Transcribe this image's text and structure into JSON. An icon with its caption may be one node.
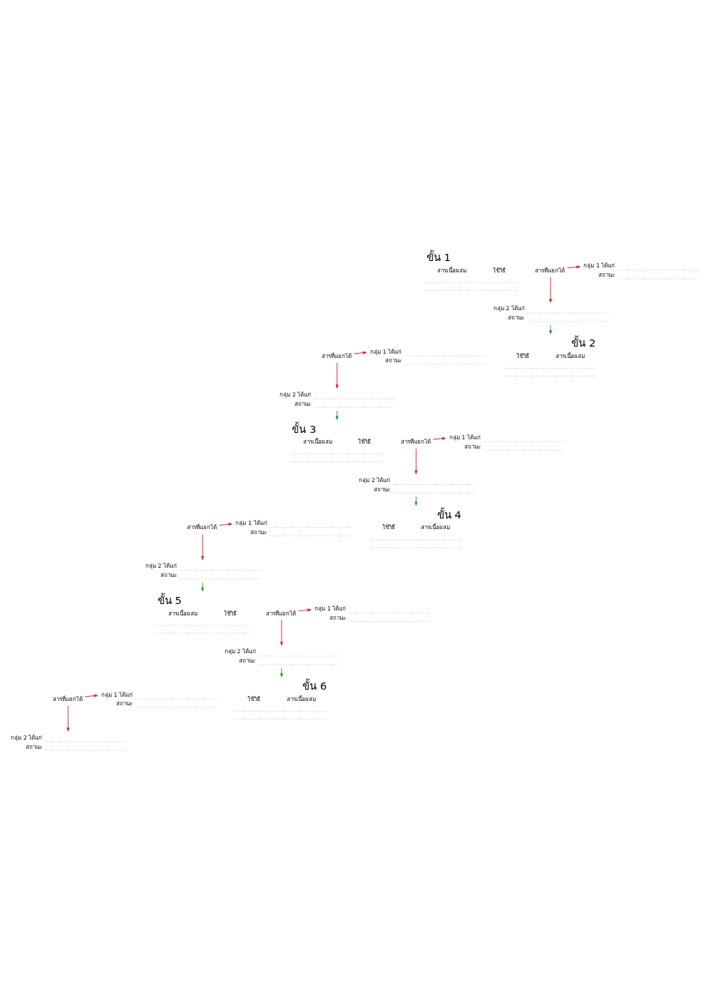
{
  "diagram": {
    "nodes": [
      {
        "text": [
          "ขั้น 1",
          "สารเนื้อผสม",
          "ใช้วิธี"
        ]
      },
      {
        "text": [
          "สารที่แยกได้"
        ]
      },
      {
        "text": [
          "กลุ่ม 1 ได้แก่",
          "สถานะ"
        ]
      },
      {
        "text": [
          "กลุ่ม 2 ได้แก่",
          "สถานะ"
        ]
      },
      {
        "text": [
          "ขั้น 2",
          "ใช้วิธี",
          "สารเนื้อผสม"
        ]
      },
      {
        "text": [
          "สารที่แยกได้"
        ]
      },
      {
        "text": [
          "กลุ่ม 1 ได้แก่",
          "สถานะ"
        ]
      },
      {
        "text": [
          "กลุ่ม 2 ได้แก่",
          "สถานะ"
        ]
      },
      {
        "text": [
          "ขั้น 3",
          "สารเนื้อผสม",
          "ใช้วิธี"
        ]
      },
      {
        "text": [
          "สารที่แยกได้"
        ]
      },
      {
        "text": [
          "กลุ่ม 1 ได้แก่",
          "สถานะ"
        ]
      },
      {
        "text": [
          "กลุ่ม 2 ได้แก่",
          "สถานะ"
        ]
      },
      {
        "text": [
          "ขั้น 4",
          "ใช้วิธี",
          "สารเนื้อผสม"
        ]
      },
      {
        "text": [
          "สารที่แยกได้"
        ]
      },
      {
        "text": [
          "กลุ่ม 1 ได้แก่",
          "สถานะ"
        ]
      },
      {
        "text": [
          "กลุ่ม 2 ได้แก่",
          "สถานะ"
        ]
      },
      {
        "text": [
          "ขั้น 5",
          "สารเนื้อผสม",
          "ใช้วิธี"
        ]
      },
      {
        "text": [
          "สารที่แยกได้"
        ]
      },
      {
        "text": [
          "กลุ่ม 1 ได้แก่",
          "สถานะ"
        ]
      },
      {
        "text": [
          "กลุ่ม 2 ได้แก่",
          "สถานะ"
        ]
      },
      {
        "text": [
          "ขั้น 6",
          "ใช้วิธี",
          "สารเนื้อผสม"
        ]
      },
      {
        "text": [
          "สารที่แยกได้"
        ]
      },
      {
        "text": [
          "กลุ่ม 1 ได้แก่",
          "สถานะ"
        ]
      },
      {
        "text": [
          "กลุ่ม 2 ได้แก่",
          "สถานะ"
        ]
      }
    ],
    "edges": [
      {
        "from": 1,
        "to": 2,
        "arrow": "to",
        "color": "#e32626"
      },
      {
        "from": 1,
        "to": 3,
        "arrow": "to",
        "color": "#e32626"
      },
      {
        "from": 3,
        "to": 4,
        "arrow": "to",
        "color": "#2ca02c"
      },
      {
        "from": 5,
        "to": 6,
        "arrow": "to",
        "color": "#e32626"
      },
      {
        "from": 5,
        "to": 7,
        "arrow": "to",
        "color": "#e32626"
      },
      {
        "from": 7,
        "to": 8,
        "arrow": "to",
        "color": "#2ca02c"
      },
      {
        "from": 9,
        "to": 10,
        "arrow": "to",
        "color": "#e32626"
      },
      {
        "from": 9,
        "to": 11,
        "arrow": "to",
        "color": "#e32626"
      },
      {
        "from": 11,
        "to": 12,
        "arrow": "to",
        "color": "#2ca02c"
      },
      {
        "from": 13,
        "to": 14,
        "arrow": "to",
        "color": "#e32626"
      },
      {
        "from": 13,
        "to": 15,
        "arrow": "to",
        "color": "#e32626"
      },
      {
        "from": 15,
        "to": 16,
        "arrow": "to",
        "color": "#2ca02c"
      },
      {
        "from": 17,
        "to": 18,
        "arrow": "to",
        "color": "#e32626"
      },
      {
        "from": 17,
        "to": 19,
        "arrow": "to",
        "color": "#e32626"
      },
      {
        "from": 19,
        "to": 20,
        "arrow": "to",
        "color": "#2ca02c"
      },
      {
        "from": 21,
        "to": 22,
        "arrow": "to",
        "color": "#e32626"
      },
      {
        "from": 21,
        "to": 23,
        "arrow": "to",
        "color": "#e32626"
      }
    ]
  }
}
